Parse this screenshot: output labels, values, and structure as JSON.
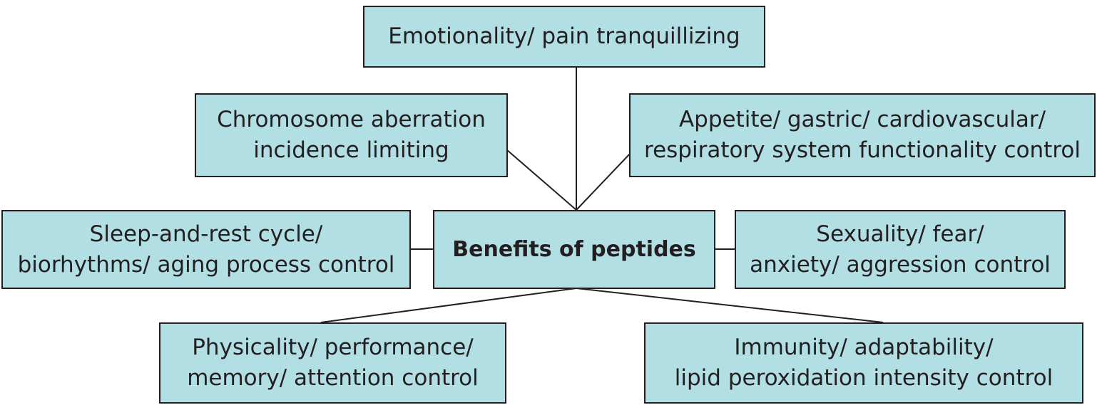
{
  "diagram": {
    "center": {
      "lines": [
        "Benefits of peptides"
      ]
    },
    "nodes": {
      "emotionality": {
        "lines": [
          "Emotionality/ pain tranquillizing"
        ]
      },
      "chromosome": {
        "lines": [
          "Chromosome aberration",
          "incidence limiting"
        ]
      },
      "appetite": {
        "lines": [
          "Appetite/ gastric/ cardiovascular/",
          "respiratory system functionality control"
        ]
      },
      "sleep": {
        "lines": [
          "Sleep-and-rest cycle/",
          "biorhythms/ aging process control"
        ]
      },
      "sexuality": {
        "lines": [
          "Sexuality/ fear/",
          "anxiety/ aggression control"
        ]
      },
      "physicality": {
        "lines": [
          "Physicality/ performance/",
          "memory/ attention control"
        ]
      },
      "immunity": {
        "lines": [
          "Immunity/ adaptability/",
          "lipid peroxidation intensity control"
        ]
      }
    },
    "colors": {
      "box_fill": "#b1dfe4",
      "stroke": "#231f20",
      "text": "#231f20"
    }
  }
}
